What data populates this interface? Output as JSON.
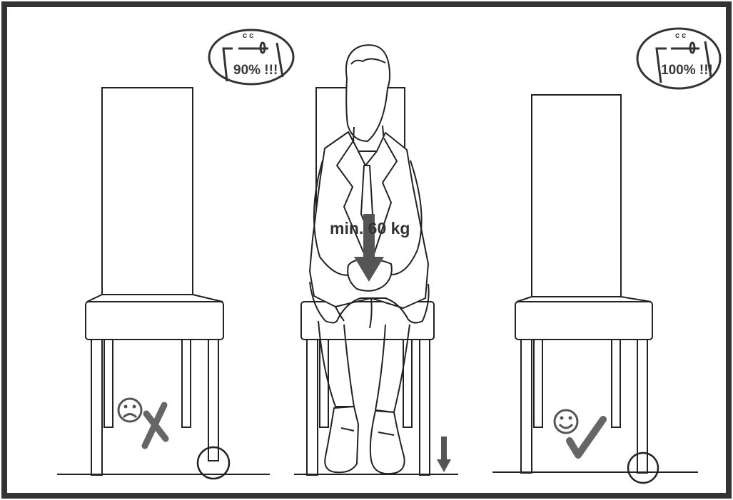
{
  "panels": {
    "left": {
      "badge_text": "90% !!!",
      "badge_marks": "c c",
      "verdict": "bad"
    },
    "middle": {
      "weight_label": "min. 60 kg"
    },
    "right": {
      "badge_text": "100% !!!",
      "badge_marks": "c c",
      "verdict": "good"
    }
  },
  "colors": {
    "frame": "#333333",
    "line": "#222222",
    "symbol": "#555555"
  }
}
